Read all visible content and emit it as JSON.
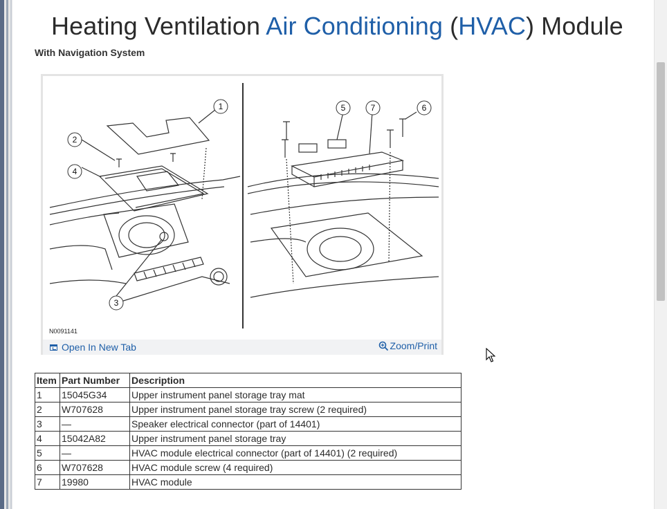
{
  "page": {
    "title_prefix": "Heating Ventilation ",
    "title_link1": "Air Conditioning",
    "title_open": " (",
    "title_link2": "HVAC",
    "title_close": ") Module",
    "subtitle": "With Navigation System"
  },
  "figure": {
    "id": "N0091141",
    "open_tab_label": "Open In New Tab",
    "zoom_label": "Zoom/Print",
    "callouts": [
      "1",
      "2",
      "3",
      "4",
      "5",
      "6",
      "7"
    ]
  },
  "table": {
    "headers": [
      "Item",
      "Part Number",
      "Description"
    ],
    "rows": [
      [
        "1",
        "15045G34",
        "Upper instrument panel storage tray mat"
      ],
      [
        "2",
        "W707628",
        "Upper instrument panel storage tray screw (2 required)"
      ],
      [
        "3",
        "—",
        "Speaker electrical connector (part of 14401)"
      ],
      [
        "4",
        "15042A82",
        "Upper instrument panel storage tray"
      ],
      [
        "5",
        "—",
        "HVAC module electrical connector (part of 14401) (2 required)"
      ],
      [
        "6",
        "W707628",
        "HVAC module screw (4 required)"
      ],
      [
        "7",
        "19980",
        "HVAC module"
      ]
    ]
  },
  "icons": {
    "open_tab": "open-in-new-tab-icon",
    "zoom": "magnifier-icon",
    "cursor": "mouse-pointer-icon"
  },
  "colors": {
    "link": "#1f5fa8",
    "text": "#2b2b2b"
  }
}
